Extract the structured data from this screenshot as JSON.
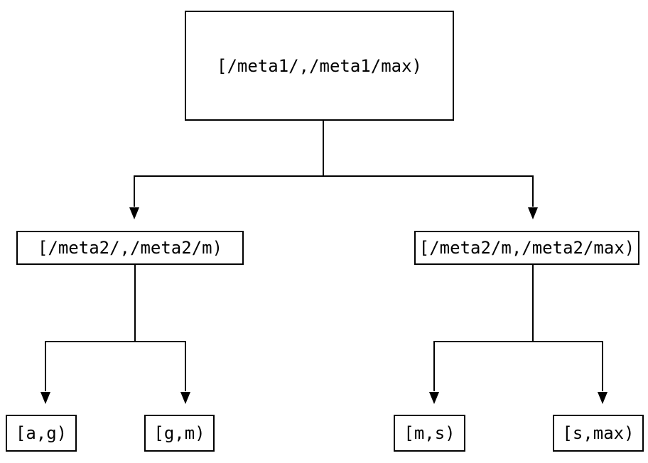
{
  "diagram": {
    "background": "#ffffff",
    "line_color": "#000000",
    "type": "binary-interval-partition-tree",
    "nodes": {
      "root": {
        "label": "[/meta1/,/meta1/max)"
      },
      "left": {
        "label": "[/meta2/,/meta2/m)"
      },
      "right": {
        "label": "[/meta2/m,/meta2/max)"
      },
      "leaf_ag": {
        "label": "[a,g)"
      },
      "leaf_gm": {
        "label": "[g,m)"
      },
      "leaf_ms": {
        "label": "[m,s)"
      },
      "leaf_smax": {
        "label": "[s,max)"
      }
    },
    "edges": [
      {
        "from": "root",
        "to": "left"
      },
      {
        "from": "root",
        "to": "right"
      },
      {
        "from": "left",
        "to": "leaf_ag"
      },
      {
        "from": "left",
        "to": "leaf_gm"
      },
      {
        "from": "right",
        "to": "leaf_ms"
      },
      {
        "from": "right",
        "to": "leaf_smax"
      }
    ]
  }
}
